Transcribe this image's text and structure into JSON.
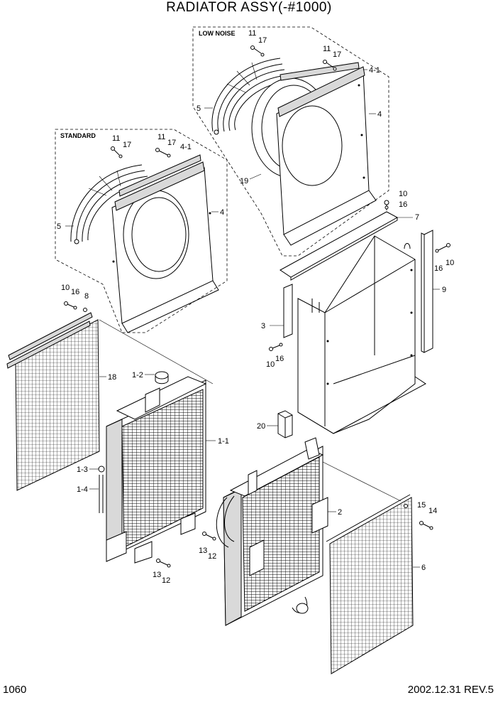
{
  "title": "RADIATOR ASSY(-#1000)",
  "page_number": "1060",
  "revision": "2002.12.31 REV.5",
  "groups": {
    "low_noise": "LOW NOISE",
    "standard": "STANDARD"
  },
  "callouts": {
    "ln_11_a": "11",
    "ln_17_a": "17",
    "ln_11_b": "11",
    "ln_17_b": "17",
    "ln_4_1": "4-1",
    "ln_5": "5",
    "ln_4": "4",
    "ln_19": "19",
    "st_11_a": "11",
    "st_17_a": "17",
    "st_11_b": "11",
    "st_17_b": "17",
    "st_4_1": "4-1",
    "st_5": "5",
    "st_4": "4",
    "c10_a": "10",
    "c16_a": "16",
    "c7": "7",
    "c16_b": "16",
    "c10_b": "10",
    "c9": "9",
    "c3": "3",
    "c10_c": "10",
    "c16_c": "16",
    "c20": "20",
    "c10_d": "10",
    "c16_d": "16",
    "c8": "8",
    "c18": "18",
    "c1_2": "1-2",
    "c1_1": "1-1",
    "c1_3": "1-3",
    "c1_4": "1-4",
    "c13_a": "13",
    "c12_a": "12",
    "c13_b": "13",
    "c12_b": "12",
    "c2": "2",
    "c15": "15",
    "c14": "14",
    "c6": "6"
  }
}
